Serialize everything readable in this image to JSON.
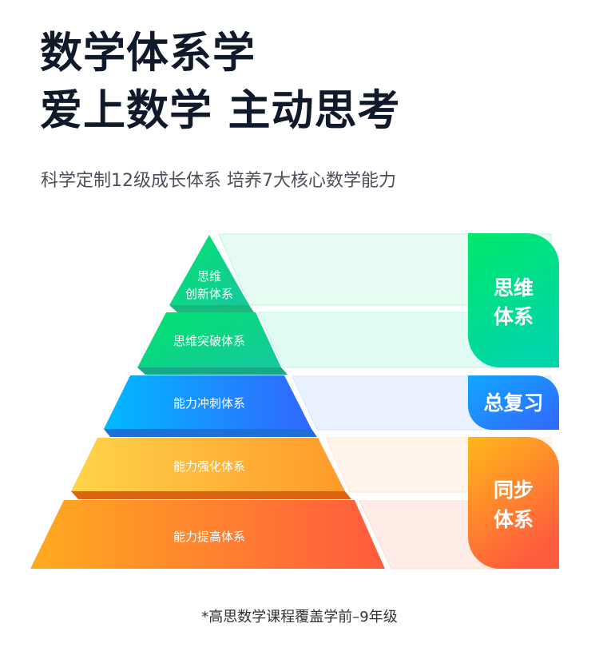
{
  "header": {
    "title_line1": "数学体系学",
    "title_line2": "爱上数学 主动思考",
    "subtitle": "科学定制12级成长体系 培养7大核心数学能力"
  },
  "pyramid": {
    "tiers": [
      {
        "line1": "思维",
        "line2": "创新体系"
      },
      {
        "label": "思维突破体系"
      },
      {
        "label": "能力冲刺体系"
      },
      {
        "label": "能力强化体系"
      },
      {
        "label": "能力提高体系"
      }
    ],
    "groups": [
      {
        "line1": "思维",
        "line2": "体系",
        "color": "#00d98a"
      },
      {
        "label": "总复习",
        "color": "#2e7bff"
      },
      {
        "line1": "同步",
        "line2": "体系",
        "color": "#ff8a2a"
      }
    ]
  },
  "footer": {
    "note": "*高思数学课程覆盖学前–9年级"
  }
}
